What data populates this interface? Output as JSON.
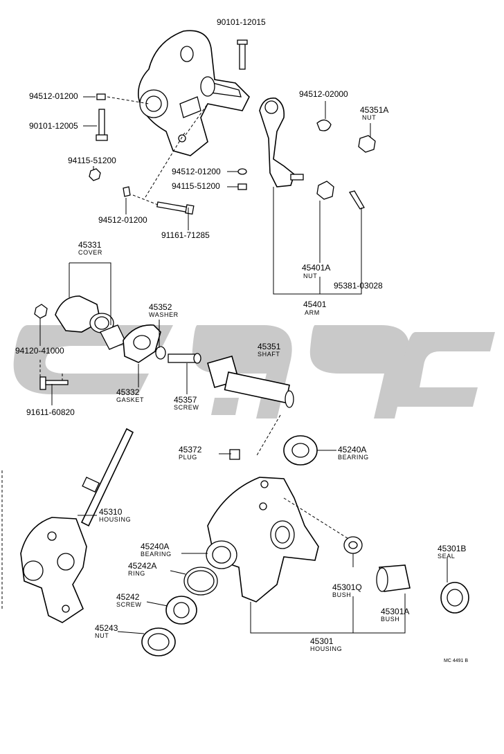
{
  "code": "MC 4491 B",
  "labels": {
    "p90101_12015": "90101-12015",
    "p94512_01200_a": "94512-01200",
    "p90101_12005": "90101-12005",
    "p94115_51200_a": "94115-51200",
    "p94512_01200_b": "94512-01200",
    "p91161_71285": "91161-71285",
    "p94512_01200_c": "94512-01200",
    "p94115_51200_b": "94115-51200",
    "p94512_02000": "94512-02000",
    "p45351A": "45351A",
    "p45351A_name": "NUT",
    "p45401A": "45401A",
    "p45401A_name": "NUT",
    "p95381_03028": "95381-03028",
    "p45401": "45401",
    "p45401_name": "ARM",
    "p45331": "45331",
    "p45331_name": "COVER",
    "p45352": "45352",
    "p45352_name": "WASHER",
    "p94120_41000": "94120-41000",
    "p45351": "45351",
    "p45351_name": "SHAFT",
    "p45332": "45332",
    "p45332_name": "GASKET",
    "p45357": "45357",
    "p45357_name": "SCREW",
    "p91611_60820": "91611-60820",
    "p45372": "45372",
    "p45372_name": "PLUG",
    "p45240A_a": "45240A",
    "p45240A_a_name": "BEARING",
    "p45310": "45310",
    "p45310_name": "HOUSING",
    "p45240A_b": "45240A",
    "p45240A_b_name": "BEARING",
    "p45242A": "45242A",
    "p45242A_name": "RING",
    "p45301B": "45301B",
    "p45301B_name": "SEAL",
    "p45301Q": "45301Q",
    "p45301Q_name": "BUSH",
    "p45242": "45242",
    "p45242_name": "SCREW",
    "p45301A": "45301A",
    "p45301A_name": "BUSH",
    "p45243": "45243",
    "p45243_name": "NUT",
    "p45301": "45301",
    "p45301_name": "HOUSING"
  }
}
